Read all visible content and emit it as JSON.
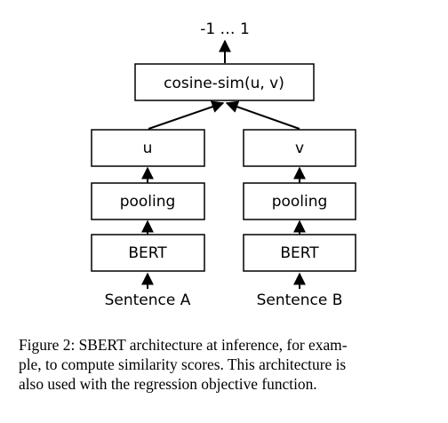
{
  "diagram": {
    "output_label": "-1 … 1",
    "top_box": "cosine-sim(u, v)",
    "left_branch": {
      "vector": "u",
      "pooling": "pooling",
      "encoder": "BERT",
      "input": "Sentence A"
    },
    "right_branch": {
      "vector": "v",
      "pooling": "pooling",
      "encoder": "BERT",
      "input": "Sentence B"
    }
  },
  "caption": {
    "lines": [
      "Figure 2: SBERT architecture at inference, for exam-",
      "ple, to compute similarity scores. This architecture is",
      "also used with the regression objective function."
    ]
  }
}
